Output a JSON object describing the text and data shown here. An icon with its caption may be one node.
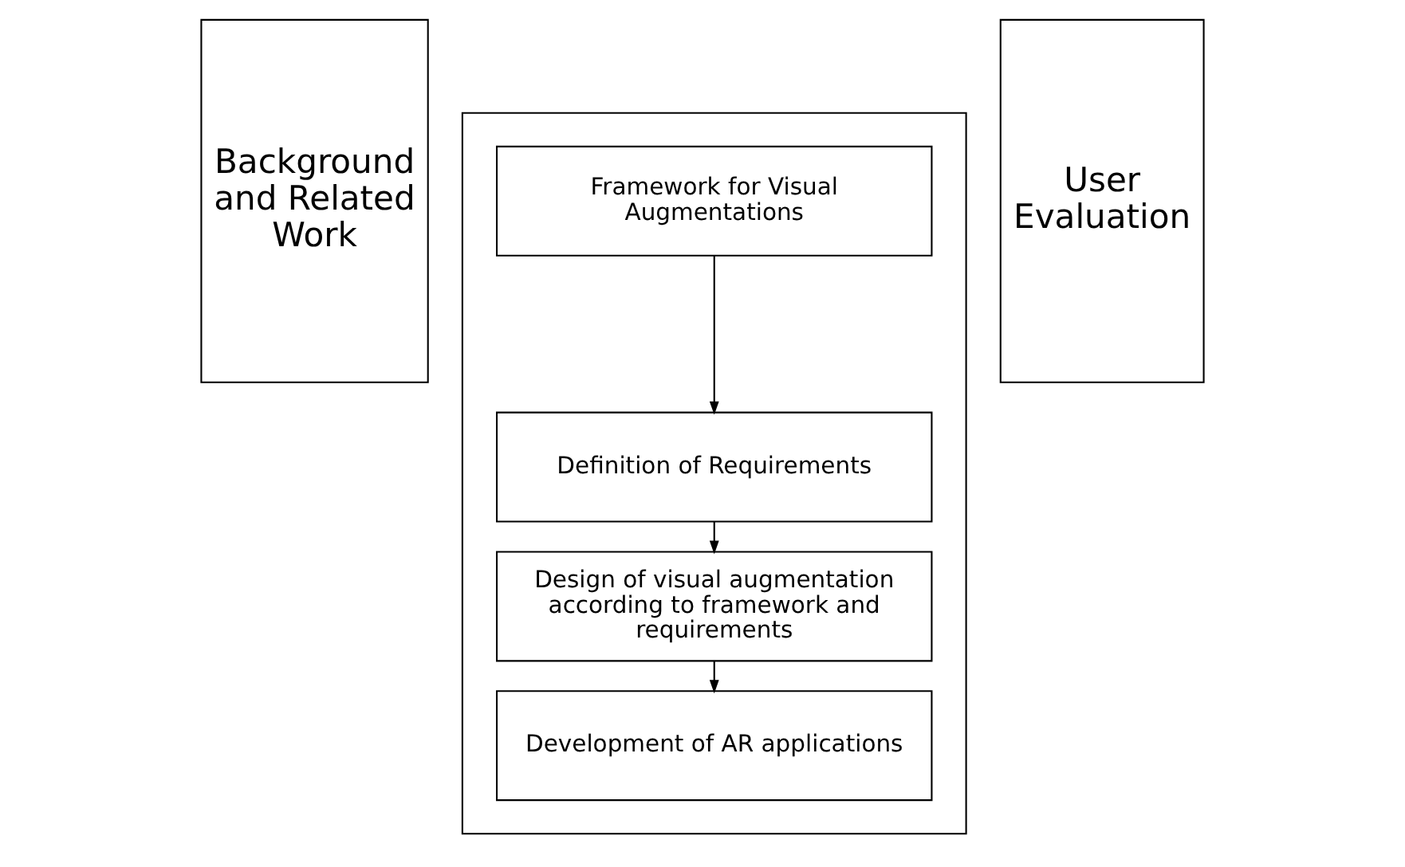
{
  "diagram": {
    "nodes": [
      {
        "text": [
          "Background and Related Work"
        ]
      },
      {
        "text": [],
        "shape": "box"
      },
      {
        "text": [
          "Framework for Visual Augmentations"
        ],
        "in": 1
      },
      {
        "text": [
          "Definition of Requirements"
        ],
        "in": 1
      },
      {
        "text": [
          "Design of visual augmentation according to framework and requirements"
        ],
        "in": 1
      },
      {
        "text": [
          "Development of AR applications"
        ],
        "in": 1
      },
      {
        "text": [
          "User Evaluation"
        ]
      }
    ],
    "edges": [
      {
        "from": 2,
        "to": 3,
        "arrow": "to"
      },
      {
        "from": 3,
        "to": 4,
        "arrow": "to"
      },
      {
        "from": 4,
        "to": 5,
        "arrow": "to"
      }
    ]
  }
}
